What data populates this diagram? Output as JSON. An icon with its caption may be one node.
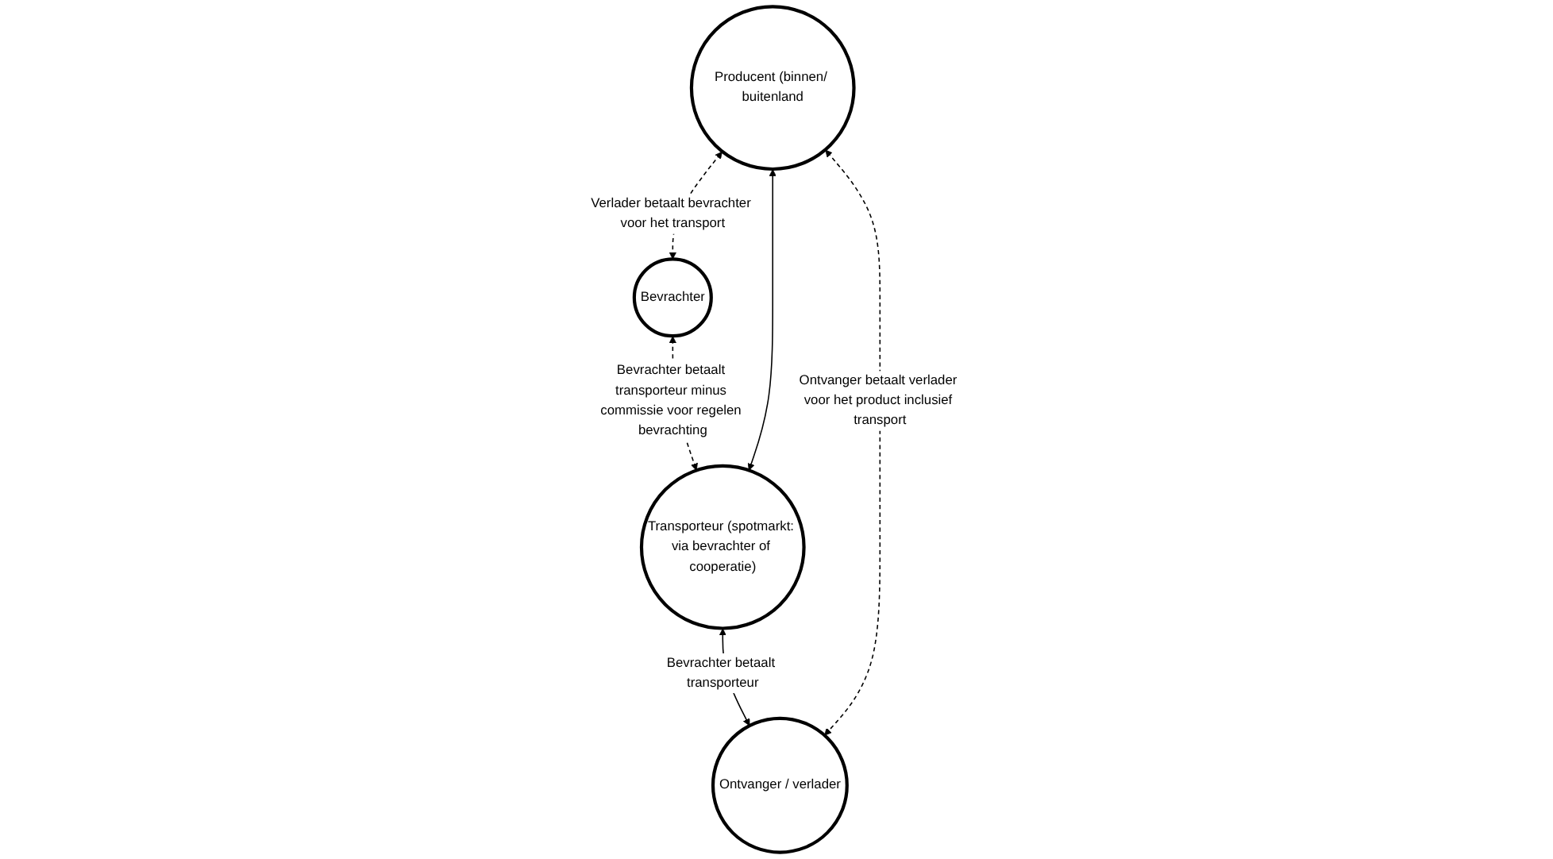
{
  "diagram": {
    "nodes": [
      {
        "text": [
          "Bevrachter"
        ]
      },
      {
        "text": [
          "Producent (binnen/ buitenland"
        ]
      },
      {
        "text": [
          "Transporteur (spotmarkt: via bevrachter of cooperatie)"
        ]
      },
      {
        "text": [
          "Ontvanger / verlader"
        ]
      }
    ],
    "edges": [
      {
        "from": 1,
        "to": 0,
        "arrow": "both",
        "style": "dashed",
        "label": "Verlader betaalt bevrachter voor het transport"
      },
      {
        "from": 0,
        "to": 2,
        "arrow": "both",
        "style": "dashed",
        "label": "Bevrachter betaalt transporteur minus commissie voor regelen bevrachting"
      },
      {
        "from": 1,
        "to": 2,
        "arrow": "both"
      },
      {
        "from": 2,
        "to": 3,
        "arrow": "both",
        "label": "Bevrachter betaalt transporteur"
      },
      {
        "from": 1,
        "to": 3,
        "arrow": "both",
        "style": "dashed",
        "label": "Ontvanger betaalt verlader voor het product inclusief transport"
      }
    ]
  }
}
